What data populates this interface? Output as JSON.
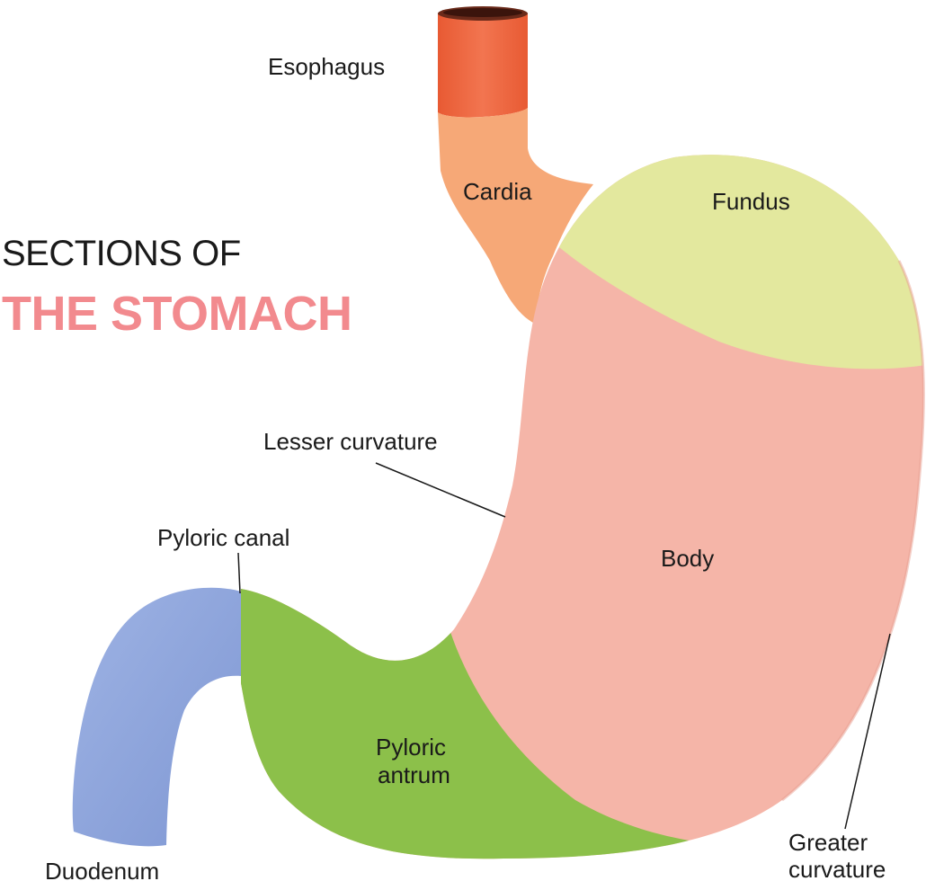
{
  "title": {
    "line1": "SECTIONS OF",
    "line2": "THE STOMACH"
  },
  "labels": {
    "esophagus": "Esophagus",
    "cardia": "Cardia",
    "fundus": "Fundus",
    "lesser_curvature": "Lesser curvature",
    "body": "Body",
    "pyloric_canal": "Pyloric canal",
    "pyloric_antrum_line1": "Pyloric",
    "pyloric_antrum_line2": "antrum",
    "duodenum": "Duodenum",
    "greater_curvature_line1": "Greater",
    "greater_curvature_line2": "curvature"
  },
  "colors": {
    "title_accent": "#f28a8e",
    "esophagus": "#ef6a45",
    "cardia": "#f6a877",
    "fundus": "#e3e89e",
    "body": "#f7b7aa",
    "pyloric_antrum": "#8cc04a",
    "duodenum": "#8ea4d8"
  }
}
